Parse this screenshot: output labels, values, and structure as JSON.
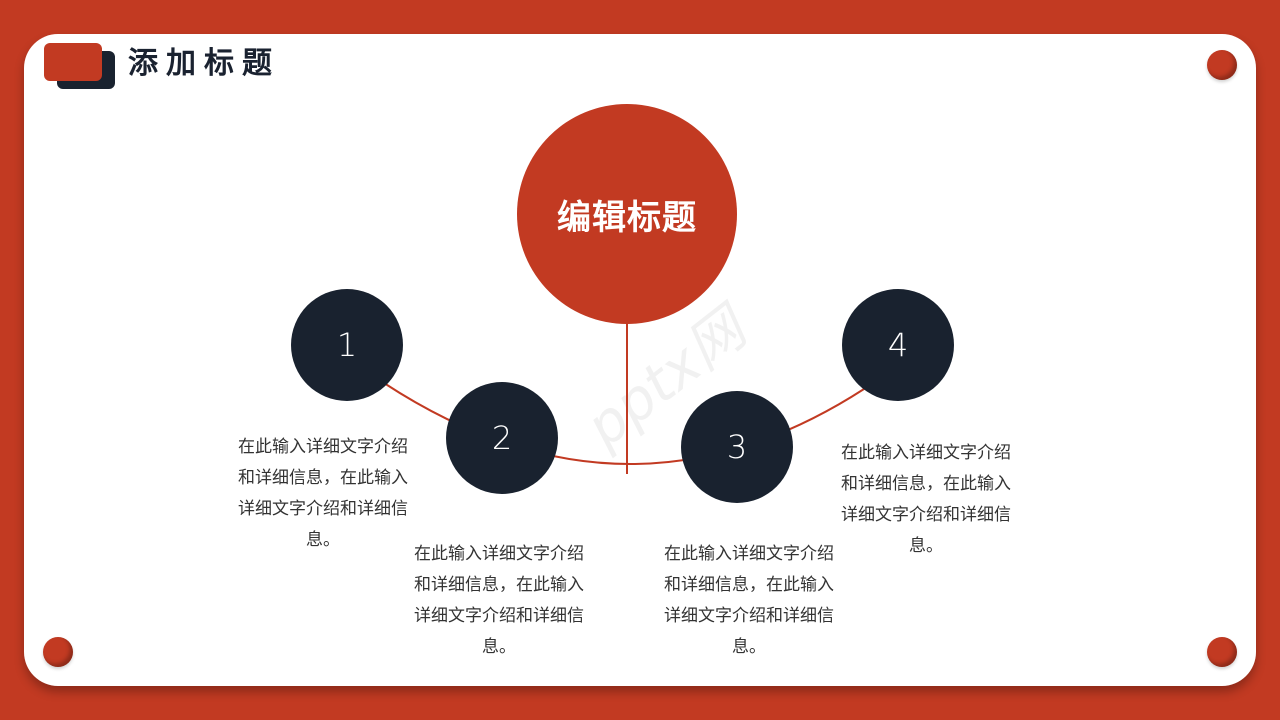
{
  "header": {
    "title": "添加标题"
  },
  "main": {
    "title": "编辑标题"
  },
  "items": [
    {
      "number": "1",
      "text": "在此输入详细文字介绍和详细信息，在此输入详细文字介绍和详细信息。"
    },
    {
      "number": "2",
      "text": "在此输入详细文字介绍和详细信息，在此输入详细文字介绍和详细信息。"
    },
    {
      "number": "3",
      "text": "在此输入详细文字介绍和详细信息，在此输入详细文字介绍和详细信息。"
    },
    {
      "number": "4",
      "text": "在此输入详细文字介绍和详细信息，在此输入详细文字介绍和详细信息。"
    }
  ],
  "watermark": "pptx网",
  "colors": {
    "accent": "#c23a22",
    "dark": "#19222f",
    "background": "#ffffff"
  }
}
